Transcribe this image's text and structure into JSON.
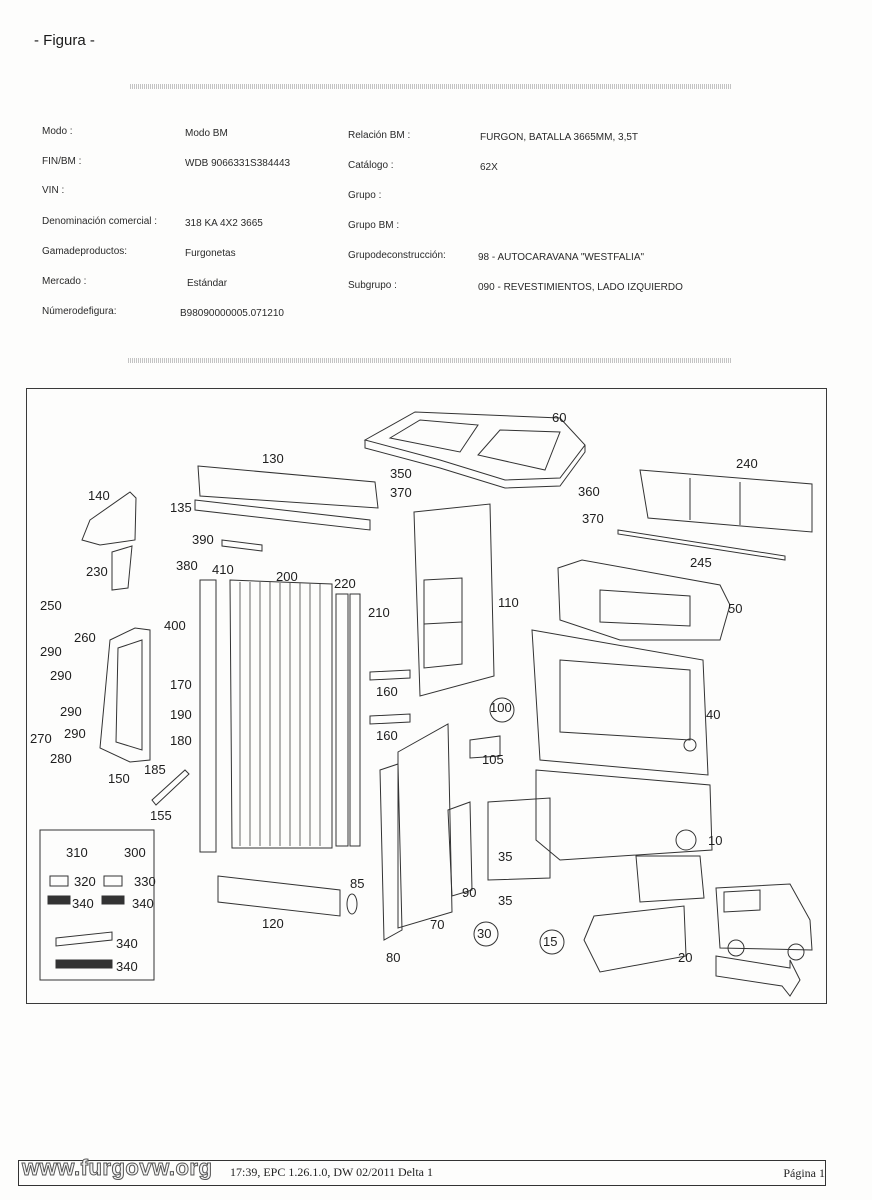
{
  "document": {
    "title": "- Figura -"
  },
  "info": {
    "left_labels": [
      "Modo :",
      "FIN/BM :",
      "VIN :",
      "Denominación comercial :",
      "Gamadeproductos:",
      "Mercado :",
      "Númerodefigura:"
    ],
    "left_values": [
      "Modo BM",
      "WDB 9066331S384443",
      "",
      "318 KA   4X2   3665",
      "Furgonetas",
      "Estándar",
      "B98090000005.071210"
    ],
    "right_labels": [
      "Relación BM :",
      "Catálogo :",
      "Grupo :",
      "Grupo BM :",
      "Grupodeconstrucción:",
      "Subgrupo :"
    ],
    "right_values": [
      "FURGON, BATALLA 3665MM, 3,5T",
      "62X",
      "",
      "",
      "98 - AUTOCARAVANA \"WESTFALIA\"",
      "090 - REVESTIMIENTOS, LADO IZQUIERDO"
    ]
  },
  "diagram": {
    "part_numbers": [
      "60",
      "130",
      "350",
      "370",
      "240",
      "140",
      "135",
      "360",
      "370",
      "245",
      "390",
      "230",
      "380",
      "410",
      "200",
      "220",
      "210",
      "110",
      "250",
      "400",
      "50",
      "260",
      "290",
      "290",
      "170",
      "290",
      "190",
      "160",
      "40",
      "270",
      "290",
      "180",
      "280",
      "185",
      "150",
      "160",
      "100",
      "105",
      "155",
      "35",
      "10",
      "35",
      "90",
      "85",
      "120",
      "70",
      "30",
      "15",
      "80",
      "20"
    ],
    "legend": [
      "310",
      "300",
      "320",
      "330",
      "340",
      "340",
      "340",
      "340"
    ]
  },
  "footer": {
    "watermark": "www.furgovw.org",
    "text": "17:39, EPC 1.26.1.0, DW 02/2011 Delta 1",
    "page": "Página 1"
  }
}
